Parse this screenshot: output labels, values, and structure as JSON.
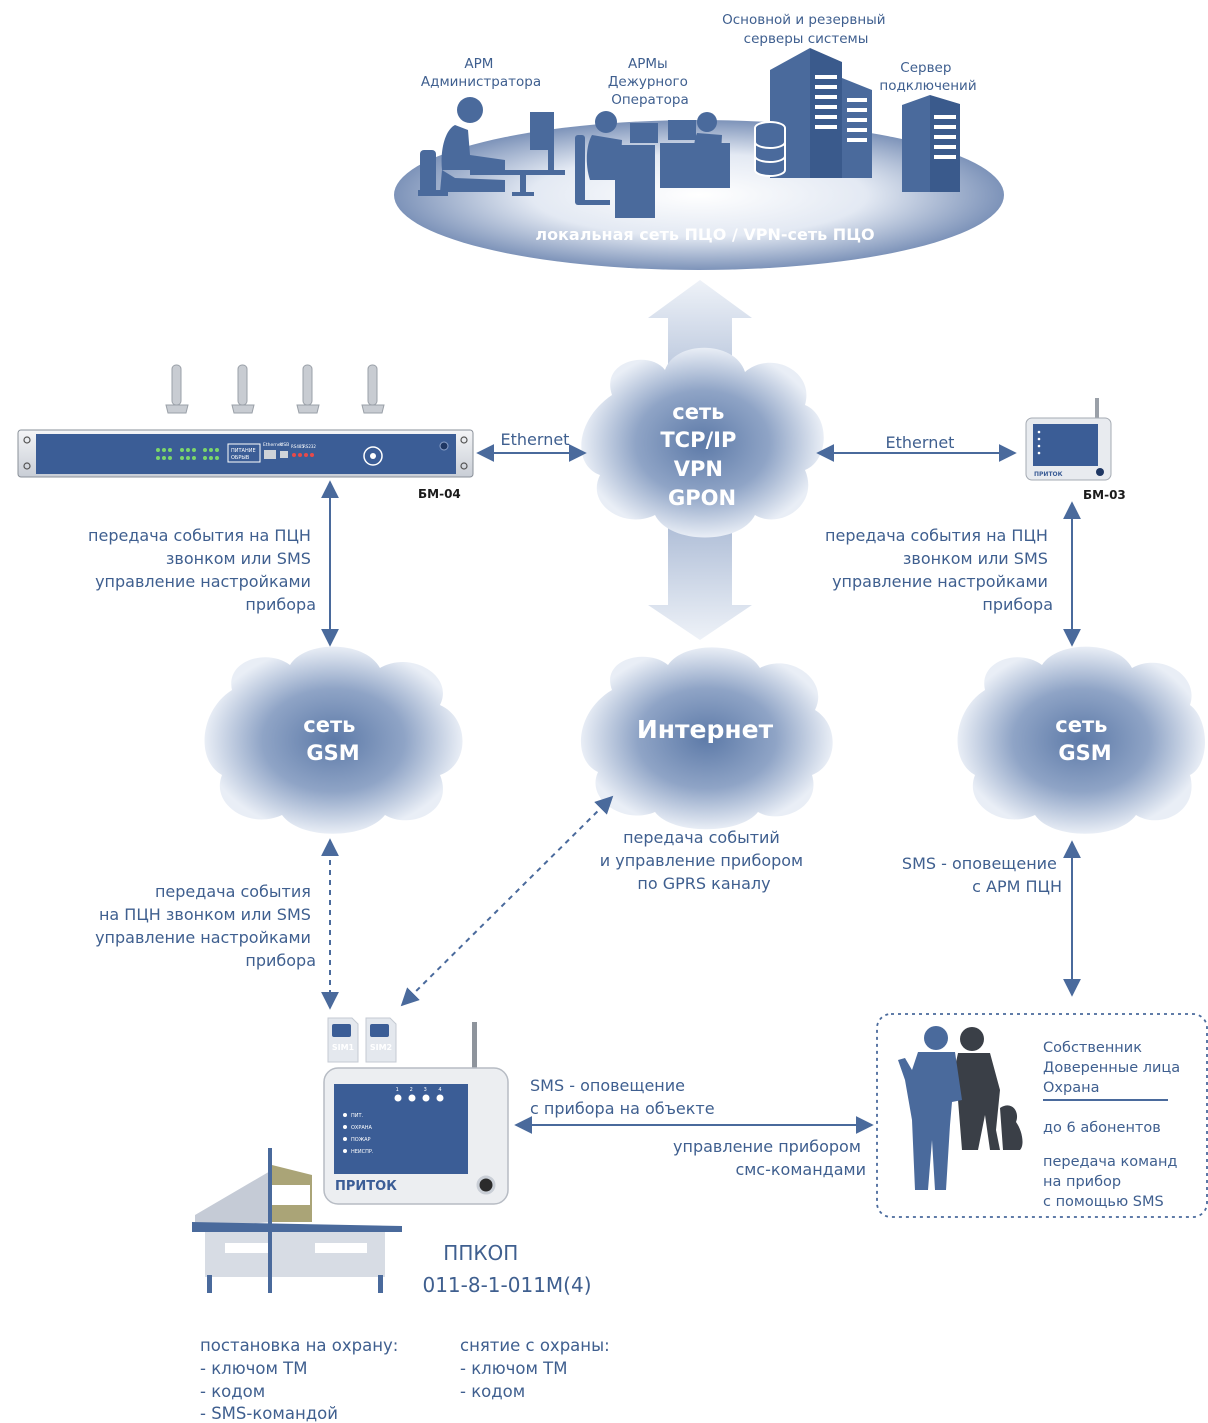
{
  "top_network": {
    "admin_label": [
      "АРМ",
      "Администратора"
    ],
    "operator_label": [
      "АРМы",
      "Дежурного",
      "Оператора"
    ],
    "servers_label": [
      "Основной и резервный",
      "серверы системы"
    ],
    "conn_server_label": [
      "Сервер",
      "подключений"
    ],
    "lan_label": "локальная сеть ПЦО / VPN-сеть ПЦО"
  },
  "center_cloud": {
    "lines": [
      "сеть",
      "TCP/IP",
      "VPN",
      "GPON"
    ]
  },
  "ethernet_left": "Ethernet",
  "ethernet_right": "Ethernet",
  "bm04": {
    "label": "БМ-04",
    "panel_text": [
      "ПИТАНИЕ",
      "ОБРЫВ",
      "Ethernet",
      "USB",
      "RS485",
      "RS232"
    ]
  },
  "bm03": {
    "label": "БМ-03",
    "brand": "ПРИТОК"
  },
  "left_link_text": [
    "передача события на ПЦН",
    "звонком или SMS",
    "управление настройками",
    "прибора"
  ],
  "right_link_text": [
    "передача события на ПЦН",
    "звонком или SMS",
    "управление настройками",
    "прибора"
  ],
  "gsm_left": [
    "сеть",
    "GSM"
  ],
  "gsm_right": [
    "сеть",
    "GSM"
  ],
  "internet_cloud": "Интернет",
  "gprs_text": [
    "передача событий",
    "и управление прибором",
    "по GPRS каналу"
  ],
  "left_lower_text": [
    "передача события",
    "на ПЦН звонком или SMS",
    "управление настройками",
    "прибора"
  ],
  "sms_arm_text": [
    "SMS - оповещение",
    "с АРМ ПЦН"
  ],
  "sms_device_text": [
    "SMS - оповещение",
    "с прибора на объекте"
  ],
  "sms_control_text": [
    "управление прибором",
    "смс-командами"
  ],
  "sim_labels": [
    "SIM1",
    "SIM2"
  ],
  "device": {
    "brand": "ПРИТОК",
    "indicators": [
      "ПИТ.",
      "ОХРАНА",
      "ПОЖАР",
      "НЕИСПР."
    ],
    "leds": [
      "1",
      "2",
      "3",
      "4"
    ],
    "name": [
      "ППКОП",
      "011-8-1-011М(4)"
    ]
  },
  "subscribers": {
    "roles": [
      "Собственник",
      "Доверенные лица",
      "Охрана"
    ],
    "count": "до 6 абонентов",
    "note": [
      "передача команд",
      "на прибор",
      "с помощью SMS"
    ]
  },
  "arm_heading": "постановка на охрану:",
  "arm_methods": [
    "- ключом ТМ",
    "- кодом",
    "- SMS-командой"
  ],
  "disarm_heading": "снятие с охраны:",
  "disarm_methods": [
    "- ключом ТМ",
    "- кодом"
  ],
  "colors": {
    "primary": "#4a6a9c",
    "dark": "#1f3763",
    "cloud_light": "#eef2fa",
    "cloud_dark": "#5e7cab",
    "arrow_light": "#e2e8f3",
    "arrow_dark": "#96aacb",
    "panel": "#3b5d96"
  }
}
